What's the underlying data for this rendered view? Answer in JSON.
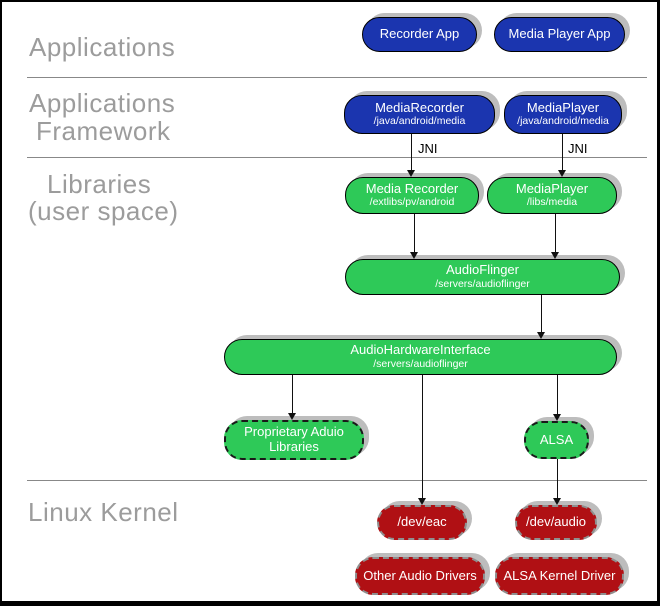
{
  "sections": {
    "applications": {
      "label": "Applications"
    },
    "applications_framework": {
      "line1": "Applications",
      "line2": "Framework"
    },
    "libraries": {
      "line1": "Libraries",
      "line2": "(user space)"
    },
    "linux_kernel": {
      "label": "Linux Kernel"
    }
  },
  "labels": {
    "jni": "JNI"
  },
  "colors": {
    "app_blue": "#1b35af",
    "lib_green": "#2ec958",
    "kernel_red": "#b01014",
    "box_shadow": "#bdbdbd",
    "section_label_gray": "#9c9c9c",
    "separator_gray": "#888888",
    "box_text": "#ffffff"
  },
  "nodes": {
    "recorder_app": {
      "title": "Recorder App"
    },
    "media_player_app": {
      "title": "Media Player App"
    },
    "media_recorder_framework": {
      "title": "MediaRecorder",
      "subtitle": "/java/android/media"
    },
    "media_player_framework": {
      "title": "MediaPlayer",
      "subtitle": "/java/android/media"
    },
    "media_recorder_lib": {
      "title": "Media Recorder",
      "subtitle": "/extlibs/pv/android"
    },
    "media_player_lib": {
      "title": "MediaPlayer",
      "subtitle": "/libs/media"
    },
    "audio_flinger": {
      "title": "AudioFlinger",
      "subtitle": "/servers/audioflinger"
    },
    "audio_hardware_interface": {
      "title": "AudioHardwareInterface",
      "subtitle": "/servers/audioflinger"
    },
    "proprietary_audio_libraries": {
      "line1": "Proprietary Aduio",
      "line2": "Libraries"
    },
    "alsa": {
      "title": "ALSA"
    },
    "dev_eac": {
      "title": "/dev/eac"
    },
    "dev_audio": {
      "title": "/dev/audio"
    },
    "other_audio_drivers": {
      "title": "Other Audio Drivers"
    },
    "alsa_kernel_driver": {
      "title": "ALSA Kernel Driver"
    }
  },
  "edges": [
    {
      "from": "MediaRecorder (framework)",
      "to": "Media Recorder (libraries)",
      "label": "JNI"
    },
    {
      "from": "MediaPlayer (framework)",
      "to": "MediaPlayer (libraries)",
      "label": "JNI"
    },
    {
      "from": "Media Recorder (libraries)",
      "to": "AudioFlinger",
      "label": ""
    },
    {
      "from": "MediaPlayer (libraries)",
      "to": "AudioFlinger",
      "label": ""
    },
    {
      "from": "AudioFlinger",
      "to": "AudioHardwareInterface",
      "label": ""
    },
    {
      "from": "AudioHardwareInterface",
      "to": "Proprietary Aduio Libraries",
      "label": ""
    },
    {
      "from": "AudioHardwareInterface",
      "to": "/dev/eac",
      "label": ""
    },
    {
      "from": "AudioHardwareInterface",
      "to": "ALSA",
      "label": ""
    },
    {
      "from": "ALSA",
      "to": "/dev/audio",
      "label": ""
    }
  ]
}
